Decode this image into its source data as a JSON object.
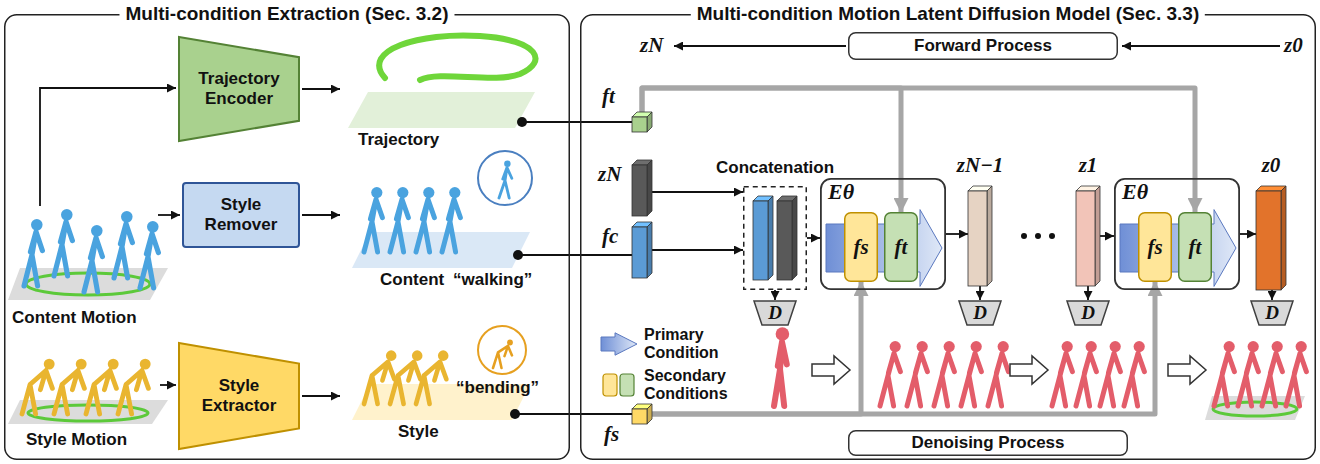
{
  "diagram": {
    "nodes": [
      {
        "text": [
          "Multi-condition Extraction (Sec. 3.2)"
        ]
      },
      {
        "text": [
          "Trajectory Encoder"
        ],
        "in": 0
      },
      {
        "text": [
          "Style Remover"
        ],
        "in": 0
      },
      {
        "text": [
          "Style Extractor"
        ],
        "in": 0
      },
      {
        "text": [
          "Multi-condition Motion Latent Diffusion Model (Sec. 3.3)"
        ]
      },
      {
        "text": [
          "Forward Process"
        ],
        "in": 4
      },
      {
        "text": [
          "ft"
        ],
        "in": 4
      },
      {
        "text": [
          "zN"
        ],
        "in": 4
      },
      {
        "text": [
          "fc"
        ],
        "in": 4
      },
      {
        "text": [
          "fs"
        ],
        "in": 4
      },
      {
        "text": [
          "Concatenation"
        ],
        "in": 4
      },
      {
        "text": [
          "Eθ"
        ],
        "in": 4
      },
      {
        "text": [
          "fs"
        ],
        "in": 11
      },
      {
        "text": [
          "ft"
        ],
        "in": 11
      },
      {
        "text": [
          "zN−1"
        ],
        "in": 4
      },
      {
        "text": [
          "z1"
        ],
        "in": 4
      },
      {
        "text": [
          "Eθ"
        ],
        "in": 4
      },
      {
        "text": [
          "fs"
        ],
        "in": 16
      },
      {
        "text": [
          "ft"
        ],
        "in": 16
      },
      {
        "text": [
          "z0"
        ],
        "in": 4
      },
      {
        "text": [
          "D"
        ],
        "in": 4
      },
      {
        "text": [
          "D"
        ],
        "in": 4
      },
      {
        "text": [
          "D"
        ],
        "in": 4
      },
      {
        "text": [
          "D"
        ],
        "in": 4
      },
      {
        "text": [
          "Denoising Process"
        ],
        "in": 4
      }
    ],
    "edges": [
      {
        "from": 6,
        "to": 13,
        "arrow": "to"
      },
      {
        "from": 6,
        "to": 18,
        "arrow": "to"
      },
      {
        "from": 9,
        "to": 12,
        "arrow": "to"
      },
      {
        "from": 9,
        "to": 17,
        "arrow": "to"
      },
      {
        "from": 7,
        "to": 10,
        "arrow": "to"
      },
      {
        "from": 8,
        "to": 10,
        "arrow": "to"
      },
      {
        "from": 10,
        "to": 11,
        "arrow": "to"
      },
      {
        "from": 11,
        "to": 14,
        "arrow": "to"
      },
      {
        "from": 15,
        "to": 16,
        "arrow": "to"
      },
      {
        "from": 16,
        "to": 19,
        "arrow": "to"
      },
      {
        "from": 10,
        "to": 20,
        "arrow": "to"
      },
      {
        "from": 14,
        "to": 21,
        "arrow": "to"
      },
      {
        "from": 15,
        "to": 22,
        "arrow": "to"
      },
      {
        "from": 19,
        "to": 23,
        "arrow": "to"
      }
    ],
    "labels": [
      "Trajectory",
      "Content",
      "“walking”",
      "Content Motion",
      "Style Motion",
      "Style",
      "“bending”",
      "zN",
      "z0"
    ],
    "legend": [
      {
        "text": "Primary Condition"
      },
      {
        "text": "Secondary Conditions"
      }
    ]
  }
}
